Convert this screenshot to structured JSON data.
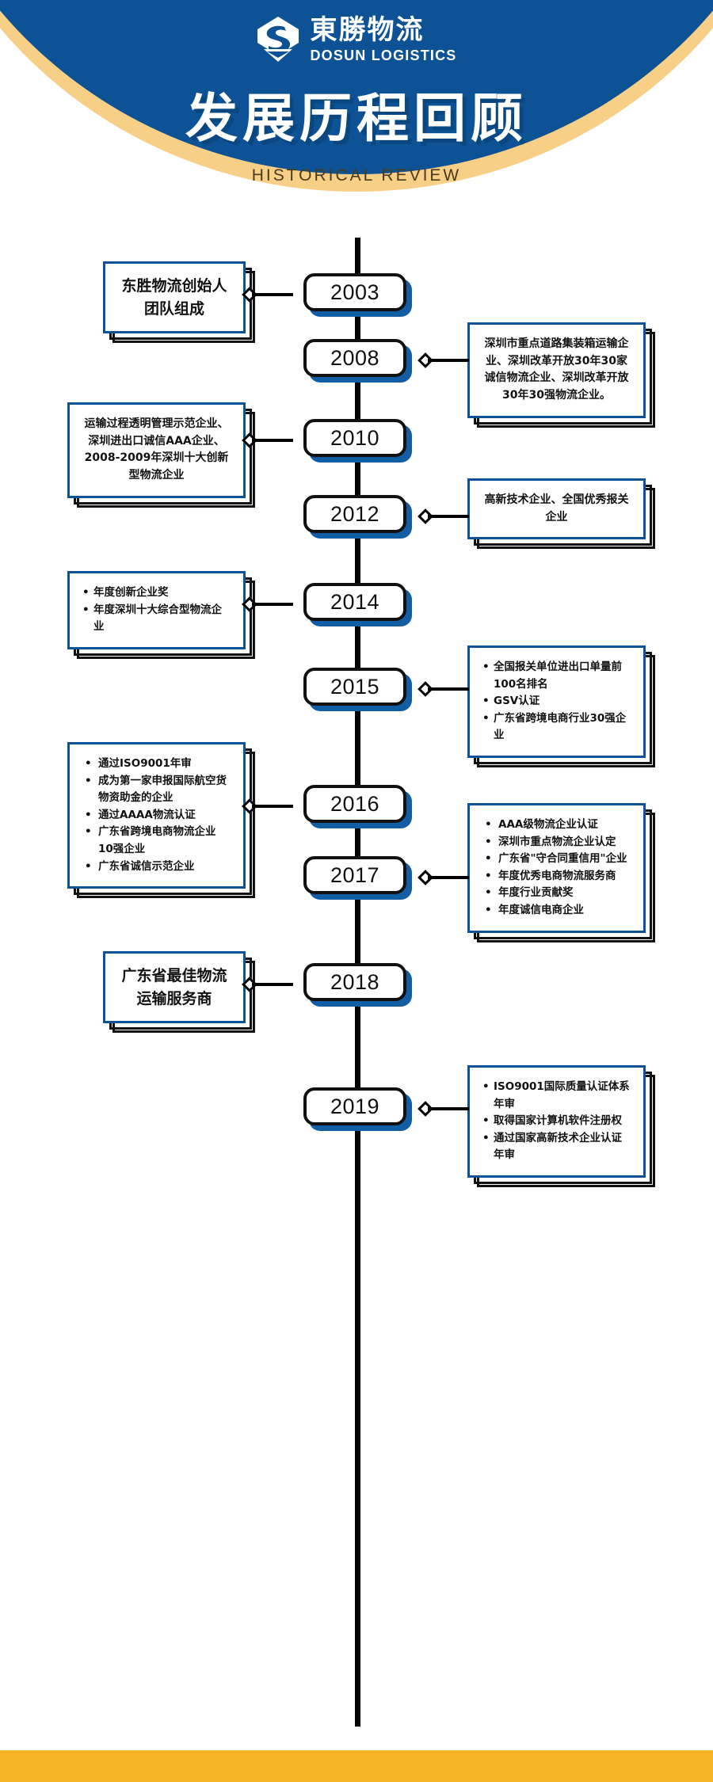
{
  "header": {
    "logo_icon": "dosun-swoosh-logo-icon",
    "logo_cn": "東勝物流",
    "logo_en": "DOSUN LOGISTICS",
    "title": "发展历程回顾",
    "subtitle": "HISTORICAL REVIEW"
  },
  "colors": {
    "brand_blue": "#0C5295",
    "badge_shadow_blue": "#125EA5",
    "header_gold": "#F8CF86",
    "footer_gold": "#F5B426",
    "spine_black": "#000000",
    "subtitle_brown": "#4A3B1A"
  },
  "timeline": {
    "events": [
      {
        "year": "2003",
        "side": "left",
        "style": "title",
        "title": "东胜物流创始人\n团队组成"
      },
      {
        "year": "2008",
        "side": "right",
        "style": "paragraph",
        "text": "深圳市重点道路集装箱运输企业、深圳改革开放30年30家诚信物流企业、深圳改革开放30年30强物流企业。"
      },
      {
        "year": "2010",
        "side": "left",
        "style": "paragraph",
        "text": "运输过程透明管理示范企业、深圳进出口诚信AAA企业、2008-2009年深圳十大创新型物流企业"
      },
      {
        "year": "2012",
        "side": "right",
        "style": "paragraph",
        "text": "高新技术企业、全国优秀报关企业"
      },
      {
        "year": "2014",
        "side": "left",
        "style": "list",
        "items": [
          "年度创新企业奖",
          "年度深圳十大综合型物流企业"
        ]
      },
      {
        "year": "2015",
        "side": "right",
        "style": "list",
        "items": [
          "全国报关单位进出口单量前100名排名",
          "GSV认证",
          "广东省跨境电商行业30强企业"
        ]
      },
      {
        "year": "2016",
        "side": "left",
        "style": "list",
        "items": [
          "通过ISO9001年审",
          "成为第一家申报国际航空货物资助金的企业",
          "通过AAAA物流认证",
          "广东省跨境电商物流企业10强企业",
          "广东省诚信示范企业"
        ]
      },
      {
        "year": "2017",
        "side": "right",
        "style": "list",
        "items": [
          "AAA级物流企业认证",
          "深圳市重点物流企业认定",
          "广东省\"守合同重信用\"企业",
          "年度优秀电商物流服务商",
          "年度行业贡献奖",
          "年度诚信电商企业"
        ]
      },
      {
        "year": "2018",
        "side": "left",
        "style": "title",
        "title": "广东省最佳物流\n运输服务商"
      },
      {
        "year": "2019",
        "side": "right",
        "style": "list",
        "items": [
          "ISO9001国际质量认证体系年审",
          "取得国家计算机软件注册权",
          "通过国家高新技术企业认证年审"
        ]
      }
    ]
  }
}
